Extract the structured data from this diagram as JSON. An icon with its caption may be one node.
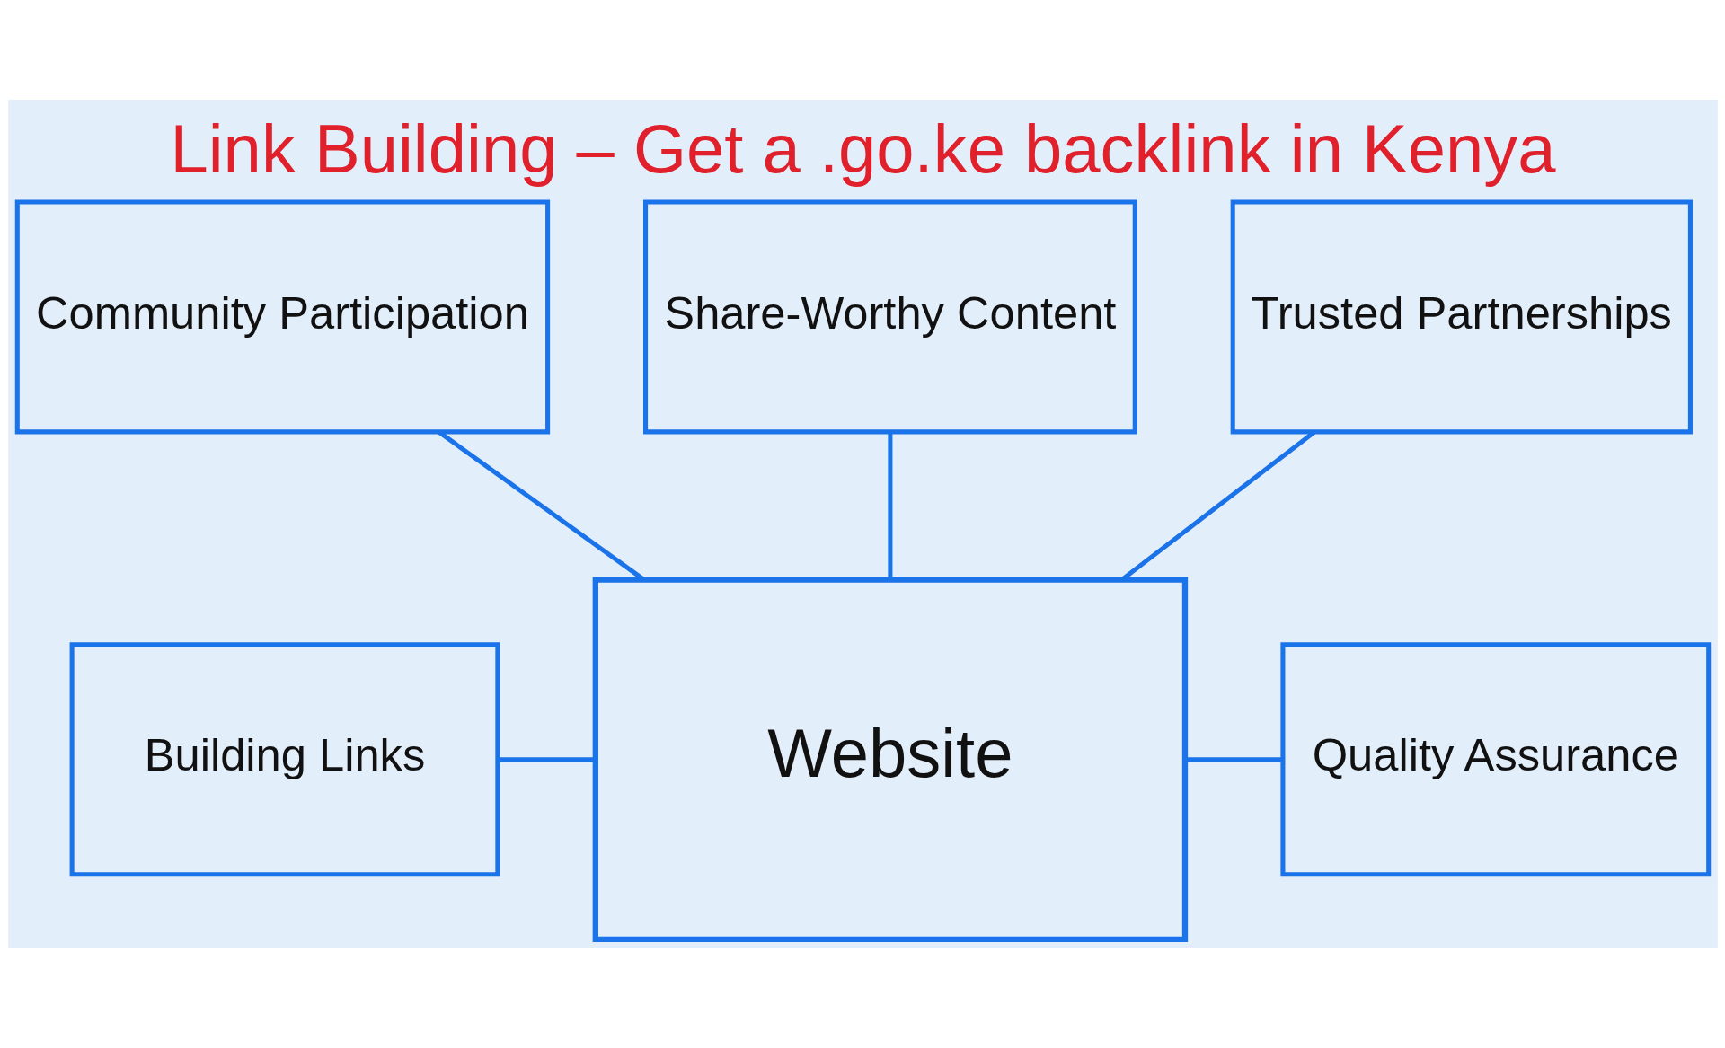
{
  "diagram": {
    "title": "Link Building – Get a .go.ke backlink in Kenya",
    "nodes": [
      {
        "text": [
          "Community Participation"
        ]
      },
      {
        "text": [
          "Share-Worthy Content"
        ]
      },
      {
        "text": [
          "Trusted Partnerships"
        ]
      },
      {
        "text": [
          "Building Links"
        ]
      },
      {
        "text": [
          "Website"
        ]
      },
      {
        "text": [
          "Quality Assurance"
        ]
      }
    ],
    "edges": [
      {
        "from": 0,
        "to": 4,
        "arrow": "none"
      },
      {
        "from": 1,
        "to": 4,
        "arrow": "none"
      },
      {
        "from": 2,
        "to": 4,
        "arrow": "none"
      },
      {
        "from": 3,
        "to": 4,
        "arrow": "none"
      },
      {
        "from": 4,
        "to": 5,
        "arrow": "none"
      }
    ]
  }
}
